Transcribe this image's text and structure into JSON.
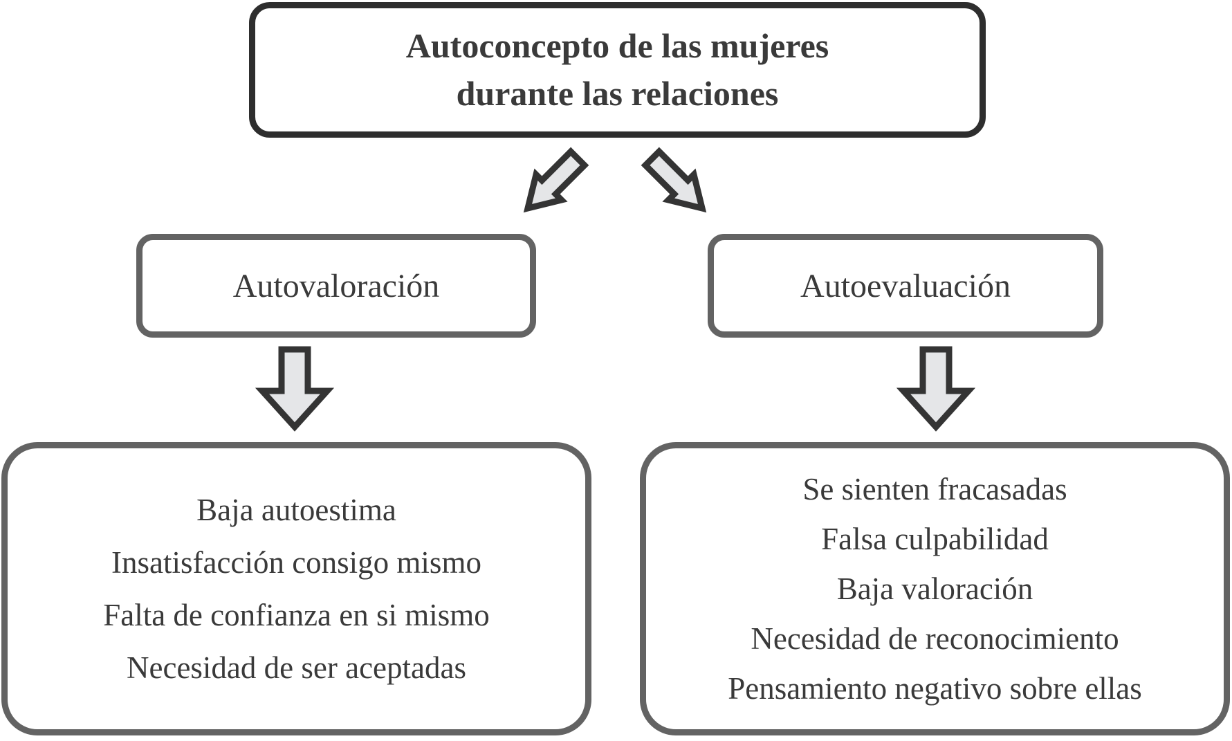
{
  "diagram": {
    "title": {
      "lines": [
        "Autoconcepto de las mujeres",
        "durante las relaciones"
      ]
    },
    "left_branch": {
      "label": "Autovaloración",
      "items": [
        "Baja autoestima",
        "Insatisfacción consigo mismo",
        "Falta de confianza en si mismo",
        "Necesidad de ser aceptadas"
      ]
    },
    "right_branch": {
      "label": "Autoevaluación",
      "items": [
        "Se sienten fracasadas",
        "Falsa culpabilidad",
        "Baja valoración",
        "Necesidad de reconocimiento",
        "Pensamiento negativo sobre ellas"
      ]
    },
    "icons": {
      "top_left_arrow": "arrow-down-left",
      "top_right_arrow": "arrow-down-right",
      "left_branch_arrow": "arrow-down",
      "right_branch_arrow": "arrow-down"
    },
    "colors": {
      "background": "#ffffff",
      "title_border": "#2e2e2e",
      "box_border": "#636363",
      "text": "#3a3a3a",
      "arrow_fill": "#e5e6e8",
      "arrow_stroke": "#343434"
    }
  }
}
